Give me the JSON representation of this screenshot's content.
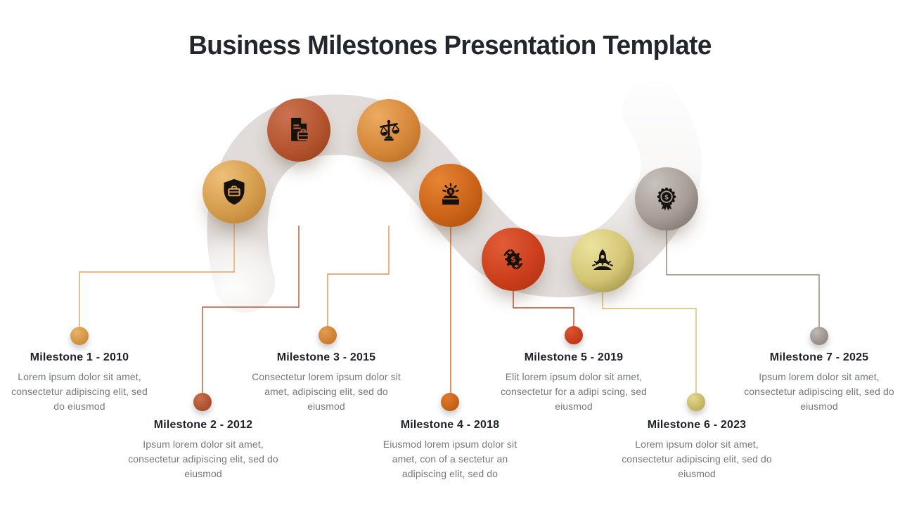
{
  "slide": {
    "title": "Business Milestones Presentation Template",
    "background_color": "#ffffff",
    "ribbon_color": "#d9d3cf"
  },
  "timeline": {
    "milestones": [
      {
        "id": 1,
        "year": "2010",
        "heading": "Milestone 1 - 2010",
        "body": "Lorem ipsum dolor sit amet, consectetur adipiscing elit, sed do eiusmod",
        "icon": "briefcase-shield-icon",
        "accent": "#d9a050",
        "line_color": "#e3a659"
      },
      {
        "id": 2,
        "year": "2012",
        "heading": "Milestone 2 - 2012",
        "body": "Ipsum lorem dolor sit amet, consectetur adipiscing elit, sed do eiusmod",
        "icon": "document-briefcase-icon",
        "accent": "#b4552f",
        "line_color": "#b25936"
      },
      {
        "id": 3,
        "year": "2015",
        "heading": "Milestone 3 - 2015",
        "body": "Consectetur lorem ipsum dolor sit amet, adipiscing elit, sed do eiusmod",
        "icon": "balance-scale-icon",
        "accent": "#d6873a",
        "line_color": "#e2944e"
      },
      {
        "id": 4,
        "year": "2018",
        "heading": "Milestone 4 - 2018",
        "body": "Eiusmod lorem ipsum dolor sit amet, con of a sectetur an adipiscing elit, sed do",
        "icon": "idea-investment-icon",
        "accent": "#cc641a",
        "line_color": "#d3661c"
      },
      {
        "id": 5,
        "year": "2019",
        "heading": "Milestone 5 - 2019",
        "body": "Elit lorem ipsum dolor sit amet, consectetur for a adipi scing, sed eiusmod",
        "icon": "money-gear-icon",
        "accent": "#cc3f1d",
        "line_color": "#d04424"
      },
      {
        "id": 6,
        "year": "2023",
        "heading": "Milestone 6 - 2023",
        "body": "Lorem ipsum dolor sit amet, consectetur adipiscing elit, sed do eiusmod",
        "icon": "rocket-launch-icon",
        "accent": "#d3c575",
        "line_color": "#d0bf66"
      },
      {
        "id": 7,
        "year": "2025",
        "heading": "Milestone 7 - 2025",
        "body": "Ipsum lorem dolor sit amet, consectetur adipiscing elit, sed do eiusmod",
        "icon": "dollar-badge-icon",
        "accent": "#a79d96",
        "line_color": "#8d847c"
      }
    ]
  }
}
